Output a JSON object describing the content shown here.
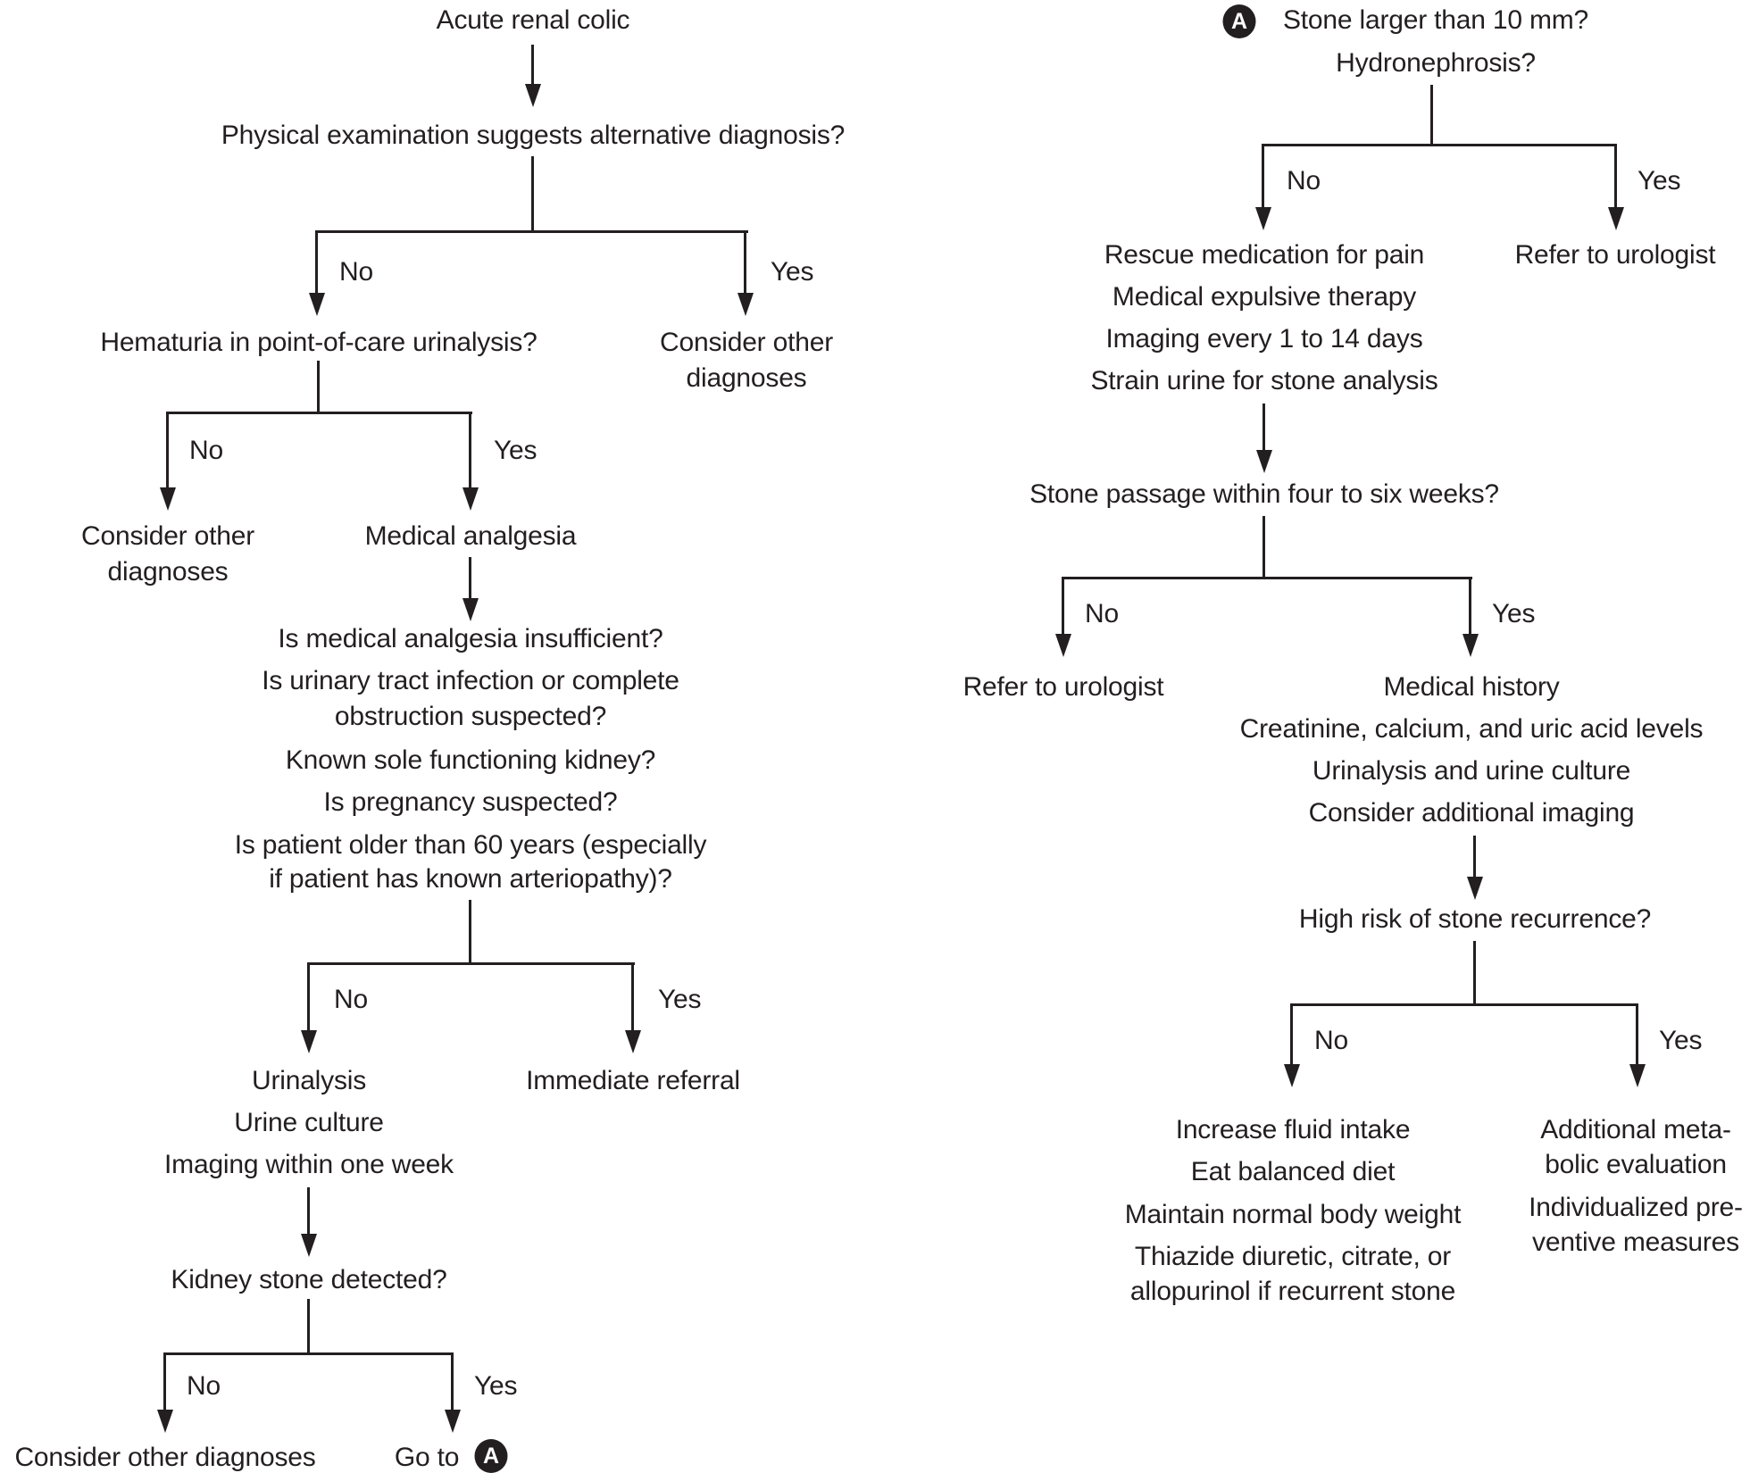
{
  "diagram": {
    "labels": {
      "no": "No",
      "yes": "Yes"
    },
    "markers": {
      "a": "A"
    },
    "left": {
      "root": "Acute renal colic",
      "q_physical": "Physical examination suggests alternative diagnosis?",
      "q_hematuria": "Hematuria in point-of-care urinalysis?",
      "consider_other_right": [
        "Consider other",
        "diagnoses"
      ],
      "consider_other_left": [
        "Consider other",
        "diagnoses"
      ],
      "medical_analgesia": "Medical analgesia",
      "referral_questions": [
        "Is medical analgesia insufficient?",
        "Is urinary tract infection or complete",
        "obstruction suspected?",
        "Known sole functioning kidney?",
        "Is pregnancy suspected?",
        "Is patient older than 60 years (especially",
        "if patient has known arteriopathy)?"
      ],
      "workup": [
        "Urinalysis",
        "Urine culture",
        "Imaging within one week"
      ],
      "immediate_referral": "Immediate referral",
      "q_kidney_stone": "Kidney stone detected?",
      "consider_other_bottom": "Consider other diagnoses",
      "goto_a": "Go to"
    },
    "right": {
      "root": [
        "Stone larger than 10 mm?",
        "Hydronephrosis?"
      ],
      "conservative": [
        "Rescue medication for pain",
        "Medical expulsive therapy",
        "Imaging every 1 to 14 days",
        "Strain urine for stone analysis"
      ],
      "refer_urologist_top": "Refer to urologist",
      "q_stone_passage": "Stone passage within four to six weeks?",
      "refer_urologist_mid": "Refer to urologist",
      "followup": [
        "Medical history",
        "Creatinine, calcium, and uric acid levels",
        "Urinalysis and urine culture",
        "Consider additional imaging"
      ],
      "q_high_risk": "High risk of stone recurrence?",
      "prevention_general": [
        "Increase fluid intake",
        "Eat balanced diet",
        "Maintain normal body weight",
        "Thiazide diuretic, citrate, or",
        "allopurinol if recurrent stone"
      ],
      "prevention_high_risk": [
        "Additional meta-",
        "bolic evaluation",
        "Individualized pre-",
        "ventive measures"
      ]
    },
    "colors": {
      "ink": "#231f20",
      "background": "#ffffff"
    }
  }
}
